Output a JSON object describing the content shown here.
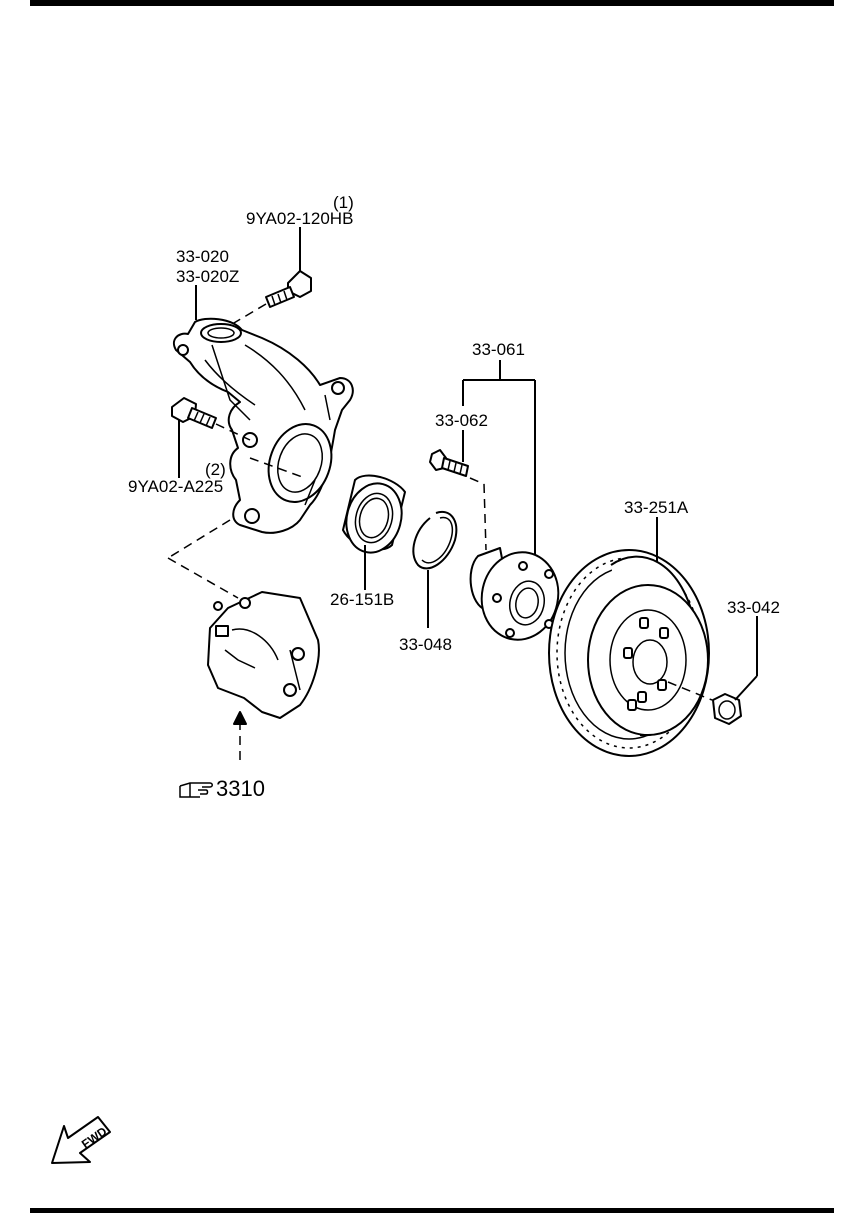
{
  "labels": {
    "bolt_upper_qty": "(1)",
    "bolt_upper_part": "9YA02-120HB",
    "knuckle_part_a": "33-020",
    "knuckle_part_b": "33-020Z",
    "bolt_lower_qty": "(2)",
    "bolt_lower_part": "9YA02-A225",
    "hub_assembly_part": "33-061",
    "hub_bolt_part": "33-062",
    "bearing_part": "26-151B",
    "snap_ring_part": "33-048",
    "disc_part": "33-251A",
    "nut_part": "33-042",
    "caliper_ref": "3310",
    "fwd_arrow_text": "FWD"
  },
  "colors": {
    "ink": "#000000",
    "paper": "#ffffff"
  },
  "icons": {
    "reference": "pointing-hand-icon",
    "direction": "fwd-arrow-icon"
  }
}
